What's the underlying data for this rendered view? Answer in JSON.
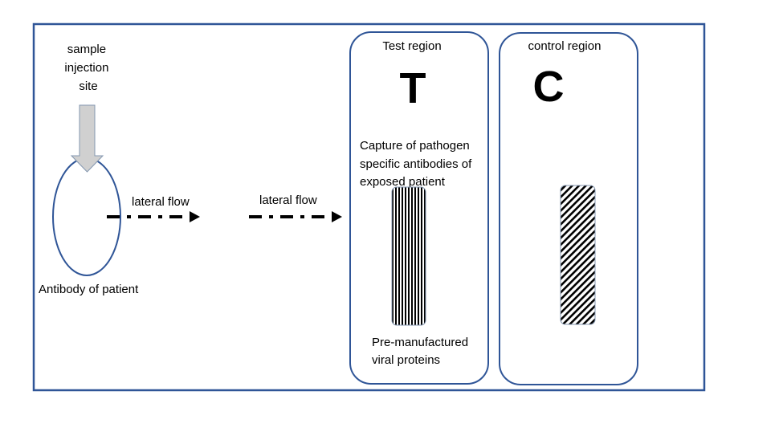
{
  "colors": {
    "frame": "#2F5597",
    "arrow_fill": "#D0D0D0",
    "arrow_stroke": "#8497B0",
    "ink": "#000000"
  },
  "injection": {
    "label_lines": [
      "sample",
      "injection",
      "site"
    ],
    "icon": "down-arrow-icon"
  },
  "sample_pad": {
    "label": "Antibody of patient"
  },
  "flows": [
    {
      "label": "lateral flow",
      "icon": "dash-dot-arrow-icon"
    },
    {
      "label": "lateral flow",
      "icon": "dash-dot-arrow-icon"
    }
  ],
  "test_region": {
    "title": "Test region",
    "letter": "T",
    "capture_lines": [
      "Capture of pathogen",
      "specific antibodies of",
      "exposed patient"
    ],
    "strip_pattern": "vertical-stripes",
    "bottom_lines": [
      "Pre-manufactured",
      "viral proteins"
    ]
  },
  "control_region": {
    "title": "control region",
    "letter": "C",
    "strip_pattern": "diagonal-stripes"
  }
}
